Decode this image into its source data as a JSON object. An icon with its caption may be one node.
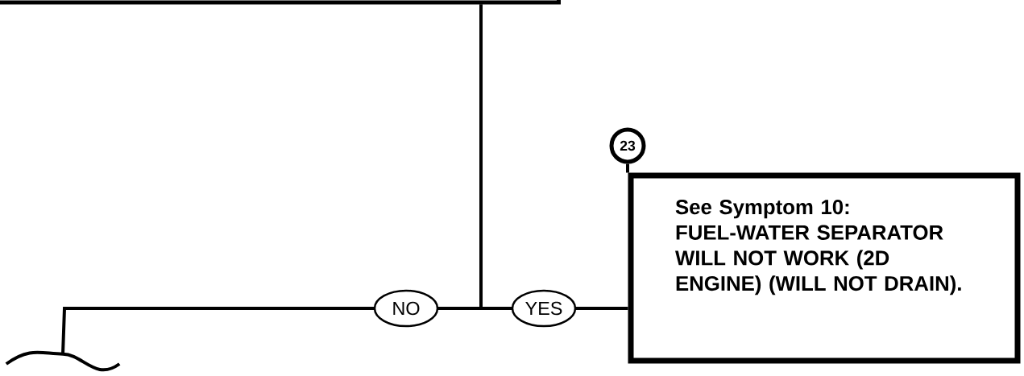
{
  "diagram": {
    "nodes": [
      {
        "text": [],
        "shape": "box"
      },
      {
        "text": [
          "23"
        ]
      },
      {
        "text": [
          "See Symptom 10:",
          "FUEL-WATER SEPARATOR WILL NOT WORK (2D ENGINE) (WILL NOT DRAIN)."
        ]
      },
      {
        "text": [],
        "shape": "wave"
      }
    ],
    "edges": [
      {
        "from": 0,
        "to": 3,
        "arrow": "none",
        "label": "NO"
      },
      {
        "from": 0,
        "to": 2,
        "arrow": "none",
        "label": "YES"
      },
      {
        "from": 1,
        "to": 2,
        "arrow": "none"
      }
    ]
  }
}
